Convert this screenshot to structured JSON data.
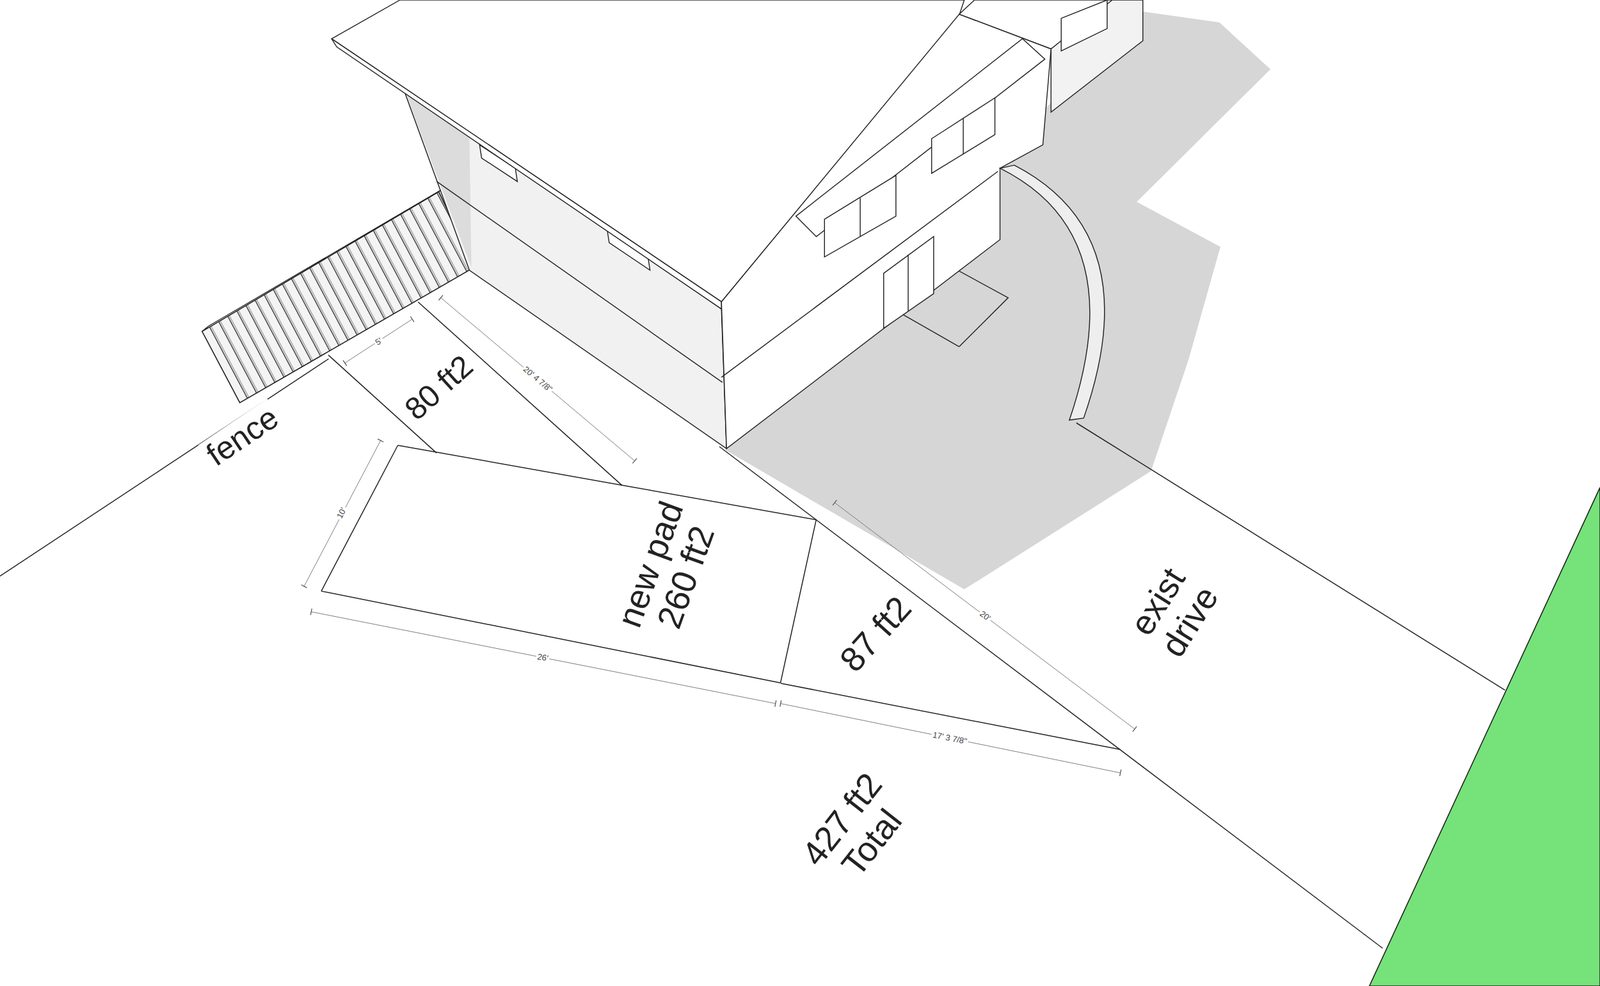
{
  "diagram": {
    "nodes": [
      {
        "text": [
          "80 ft2"
        ]
      },
      {
        "text": [
          "new pad 260 ft2"
        ]
      },
      {
        "text": [
          "87 ft2"
        ]
      },
      {
        "text": [
          "exist drive"
        ]
      }
    ],
    "labels": [
      "fence",
      "5'",
      "20' 4 7/8\"",
      "10'",
      "26'",
      "20'",
      "17' 3 7/8\"",
      "427 ft2 Total"
    ]
  }
}
